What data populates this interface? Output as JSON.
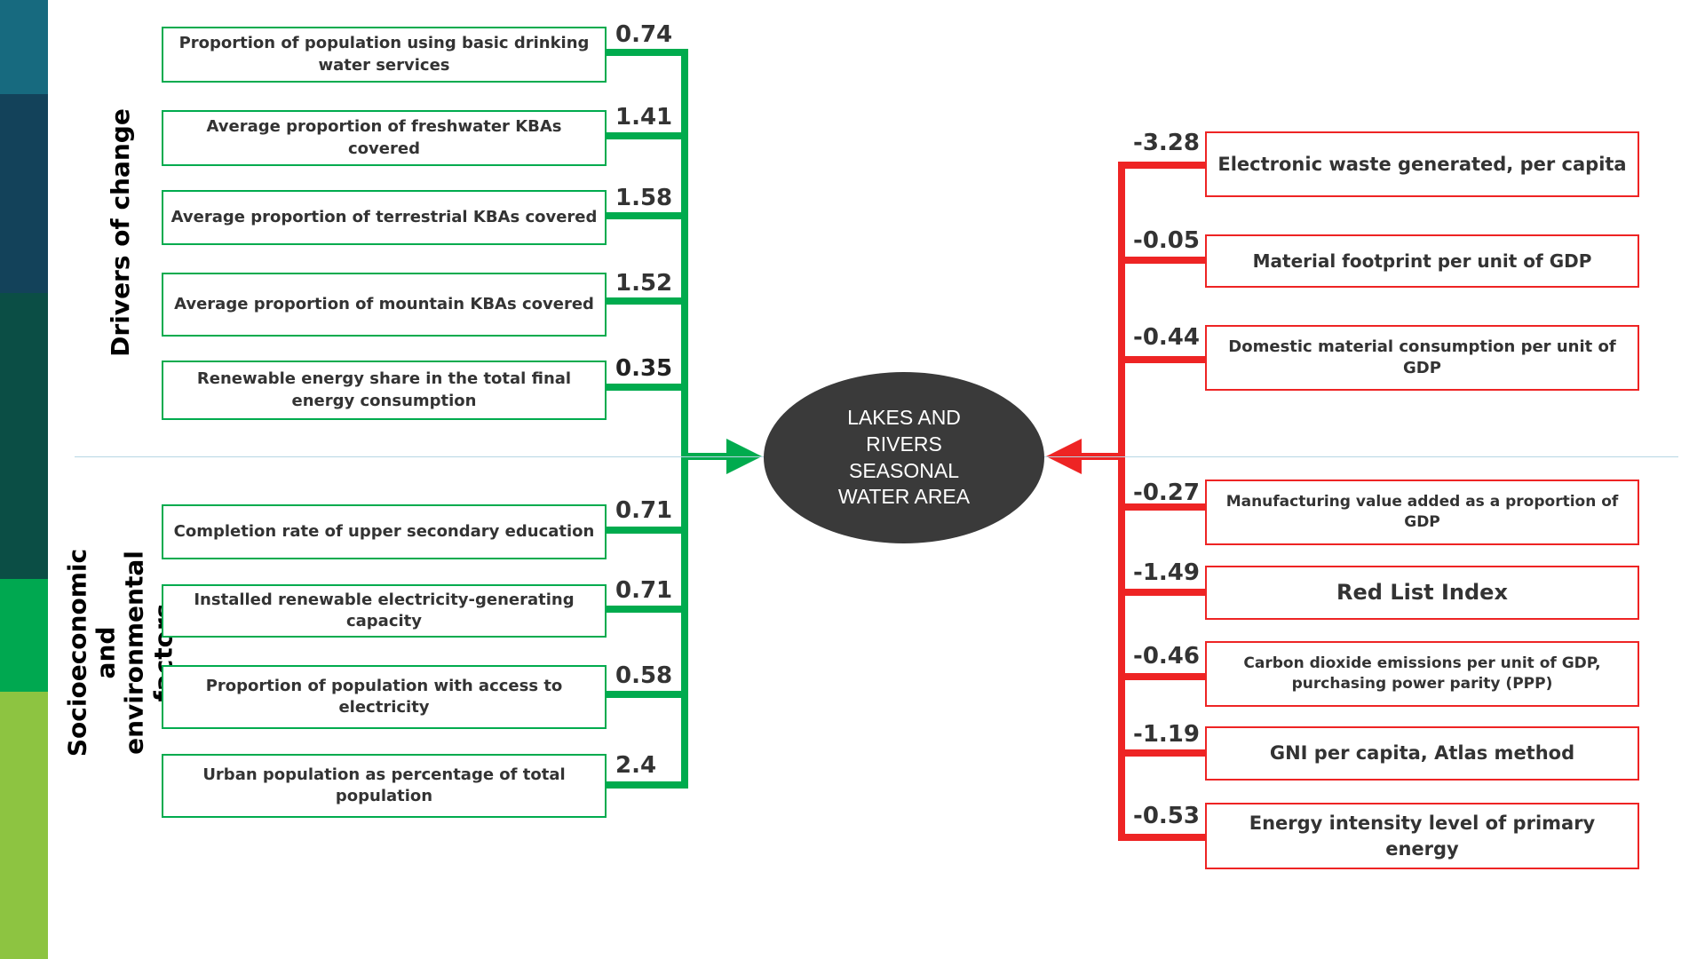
{
  "center": {
    "label": "LAKES AND RIVERS SEASONAL WATER AREA"
  },
  "left": {
    "groups": [
      "Drivers of change",
      "Socioeconomic and environmental factors"
    ],
    "items": [
      {
        "label": "Proportion of population using basic drinking water services",
        "value": "0.74"
      },
      {
        "label": "Average proportion of freshwater KBAs covered",
        "value": "1.41"
      },
      {
        "label": "Average proportion of terrestrial KBAs covered",
        "value": "1.58"
      },
      {
        "label": "Average proportion of mountain KBAs covered",
        "value": "1.52"
      },
      {
        "label": "Renewable energy share in the total final energy consumption",
        "value": "0.35"
      },
      {
        "label": "Completion rate of upper secondary education",
        "value": "0.71"
      },
      {
        "label": "Installed renewable electricity-generating capacity",
        "value": "0.71"
      },
      {
        "label": "Proportion of population with access to electricity",
        "value": "0.58"
      },
      {
        "label": "Urban population as percentage of total population",
        "value": "2.4"
      }
    ]
  },
  "right": {
    "items": [
      {
        "label": "Electronic waste generated, per capita",
        "value": "-3.28"
      },
      {
        "label": "Material footprint per unit of GDP",
        "value": "-0.05"
      },
      {
        "label": "Domestic material consumption per unit of GDP",
        "value": "-0.44"
      },
      {
        "label": "Manufacturing value added as a proportion of GDP",
        "value": "-0.27"
      },
      {
        "label": "Red List Index",
        "value": "-1.49"
      },
      {
        "label": "Carbon dioxide emissions per unit of GDP, purchasing power parity (PPP)",
        "value": "-0.46"
      },
      {
        "label": "GNI per capita, Atlas method",
        "value": "-1.19"
      },
      {
        "label": "Energy intensity level of primary energy",
        "value": "-0.53"
      }
    ]
  },
  "colors": {
    "positive": "#00ab4e",
    "negative": "#ee2424",
    "center": "#3a3a3a"
  }
}
